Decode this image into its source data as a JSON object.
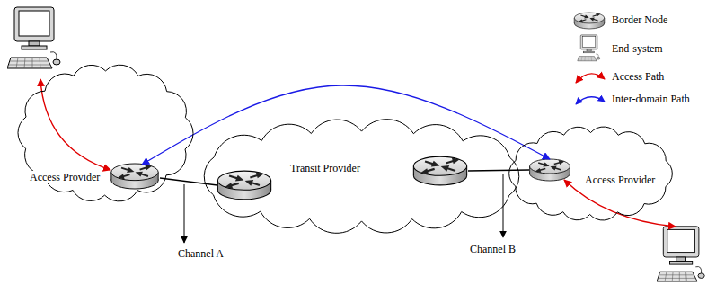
{
  "diagram": {
    "nodes": [
      {
        "text": [
          "Access Provider"
        ]
      },
      {
        "text": [
          "Transit Provider"
        ]
      },
      {
        "text": [
          "Access Provider"
        ]
      }
    ],
    "edges": [
      {
        "from": 0,
        "to": 2,
        "arrow": "both"
      },
      {
        "from": 0,
        "to": 1,
        "arrow": "none"
      },
      {
        "from": 1,
        "to": 2,
        "arrow": "none"
      }
    ],
    "labels": [
      "Channel A",
      "Channel B"
    ],
    "legend": [
      {
        "text": "Border Node"
      },
      {
        "text": "End-system"
      },
      {
        "text": "Access Path"
      },
      {
        "text": "Inter-domain Path"
      }
    ]
  }
}
